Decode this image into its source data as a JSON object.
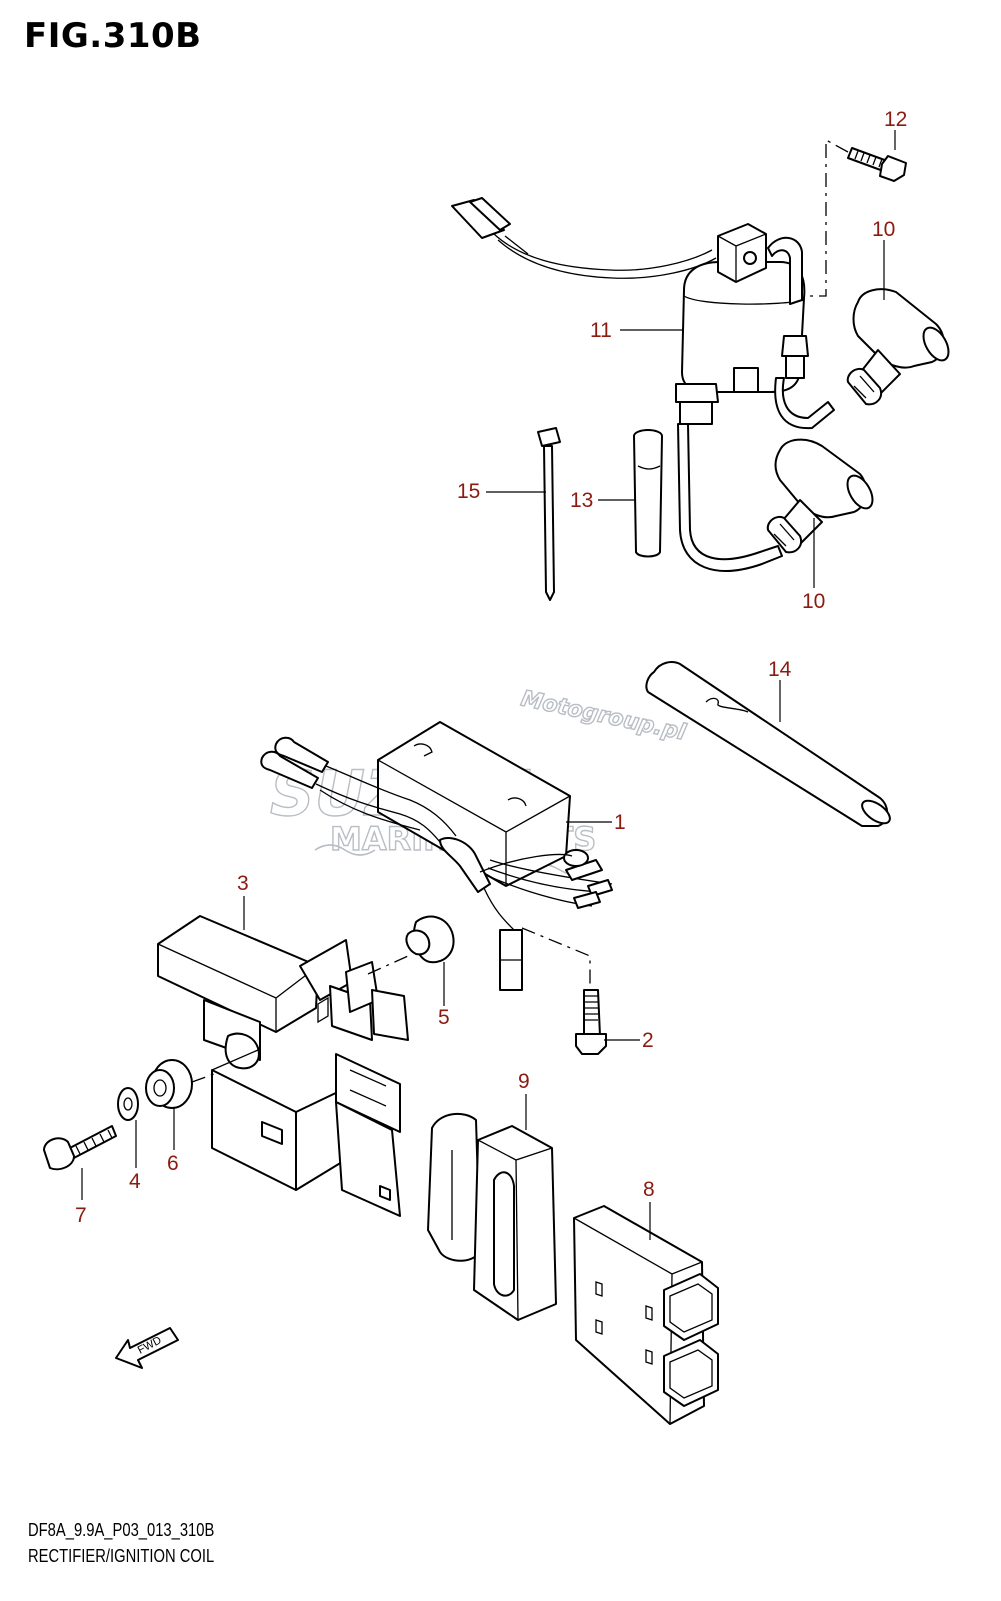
{
  "figure_title": "FIG.310B",
  "footer": {
    "code": "DF8A_9.9A_P03_013_310B",
    "caption": "RECTIFIER/IGNITION COIL"
  },
  "watermarks": {
    "site": "Motogroup.pl",
    "brand": "SUZUKI",
    "sub": "MARINE PARTS"
  },
  "fwd_label": "FWD",
  "callouts": {
    "c1": "1",
    "c2": "2",
    "c3": "3",
    "c4": "4",
    "c5": "5",
    "c6": "6",
    "c7": "7",
    "c8": "8",
    "c9": "9",
    "c10a": "10",
    "c10b": "10",
    "c11": "11",
    "c12": "12",
    "c13": "13",
    "c14": "14",
    "c15": "15"
  }
}
